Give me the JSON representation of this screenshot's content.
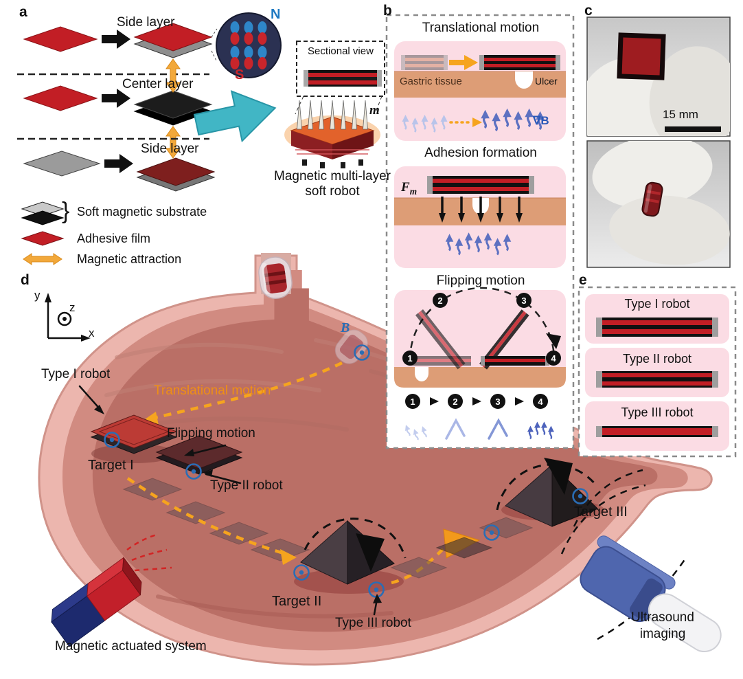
{
  "figure": {
    "panel_a_label": "a",
    "panel_b_label": "b",
    "panel_c_label": "c",
    "panel_d_label": "d",
    "panel_e_label": "e"
  },
  "panel_a": {
    "side_layer_top": "Side layer",
    "center_layer": "Center layer",
    "side_layer_bottom": "Side layer",
    "pole_n": "N",
    "pole_s": "S",
    "sectional_view": "Sectional view",
    "magnetic_moment": "m",
    "robot_caption_line1": "Magnetic multi-layer",
    "robot_caption_line2": "soft robot",
    "legend_brace": "}",
    "legend_substrate": "Soft magnetic substrate",
    "legend_adhesive": "Adhesive film",
    "legend_attraction": "Magnetic attraction"
  },
  "panel_b": {
    "translational_title": "Translational motion",
    "gastric_tissue": "Gastric tissue",
    "ulcer": "Ulcer",
    "field_gradient": "∇B",
    "adhesion_title": "Adhesion formation",
    "adhesion_force_main": "F",
    "adhesion_force_sub": "m",
    "flipping_title": "Flipping motion",
    "steps": [
      "1",
      "2",
      "3",
      "4"
    ]
  },
  "panel_c": {
    "scale_bar": "15 mm"
  },
  "panel_d": {
    "axis_x": "x",
    "axis_y": "y",
    "axis_z": "z",
    "field_b": "B",
    "type_i_robot": "Type I robot",
    "translational_motion": "Translational motion",
    "flipping_motion": "Flipping motion",
    "target_i": "Target I",
    "type_ii_robot": "Type II robot",
    "target_ii": "Target II",
    "type_iii_robot": "Type III robot",
    "target_iii": "Target III",
    "magnet_system": "Magnetic actuated system",
    "ultrasound_line1": "Ultrasound",
    "ultrasound_line2": "imaging"
  },
  "panel_e": {
    "type_i": "Type I robot",
    "type_ii": "Type II robot",
    "type_iii": "Type III robot"
  },
  "colors": {
    "adhesive_red": "#c21e25",
    "magnet_navy": "#1d2a6e",
    "accent_orange": "#f6a41e",
    "field_blue": "#2a6db5",
    "tissue_pink": "#fbdce4",
    "gastric_tan": "#dd9d76",
    "teal_arrow": "#41b6c5"
  }
}
